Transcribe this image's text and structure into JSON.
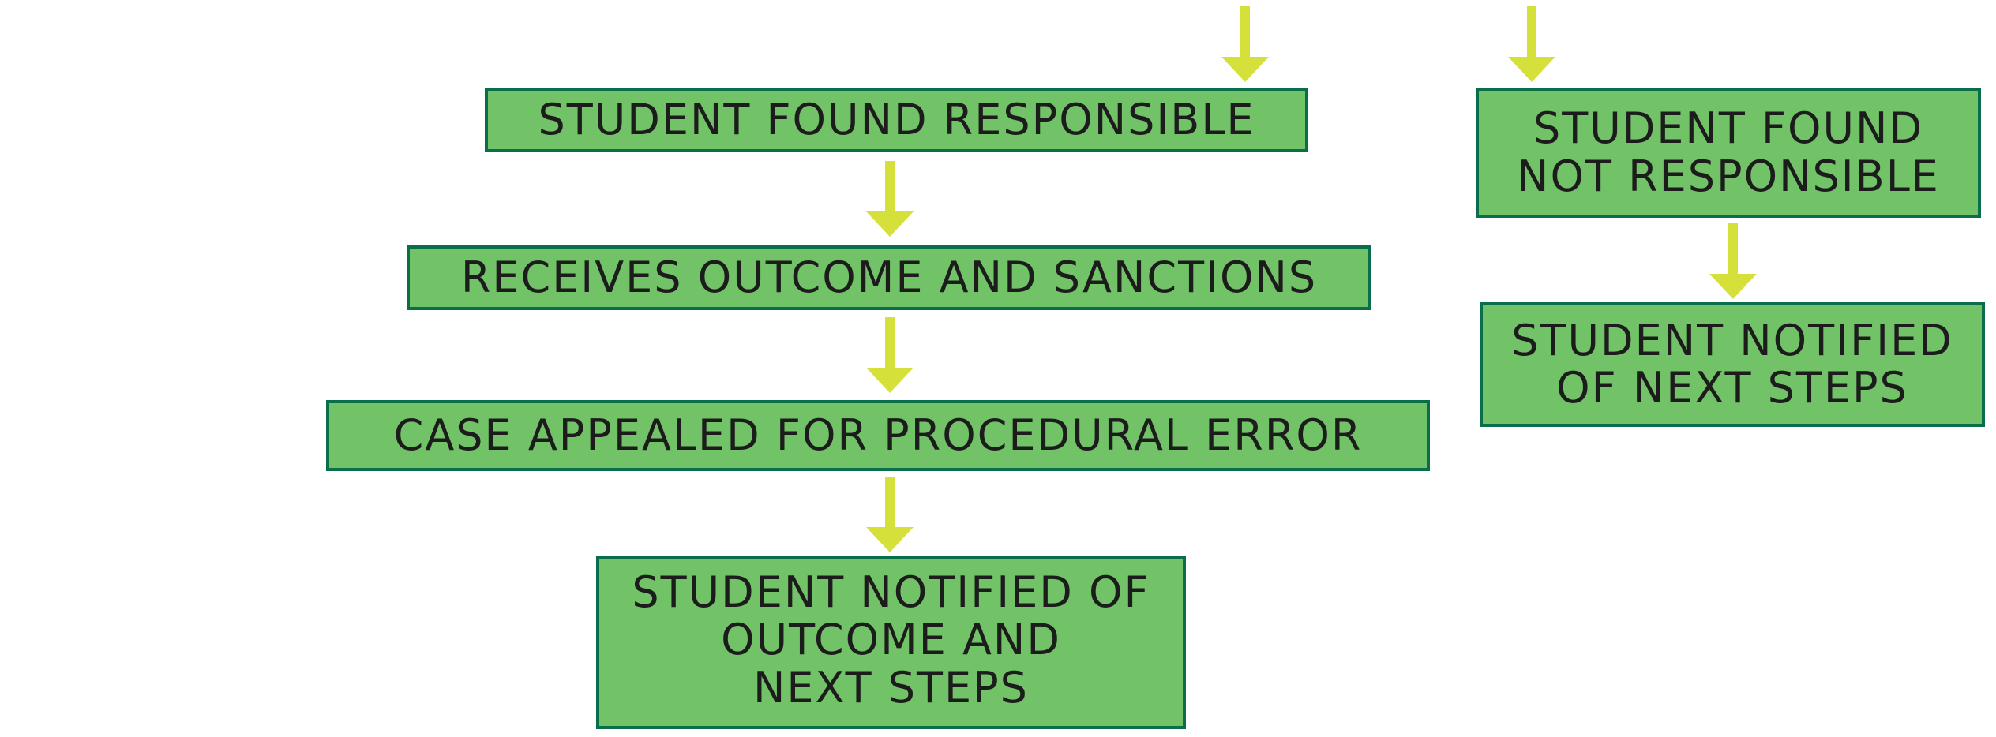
{
  "colors": {
    "box_fill": "#72c267",
    "box_border": "#0b6e4a",
    "arrow": "#d6e03a",
    "text": "#1c1c1c"
  },
  "boxes": {
    "found_responsible": {
      "lines": [
        "STUDENT FOUND RESPONSIBLE"
      ]
    },
    "receives_outcome": {
      "lines": [
        "RECEIVES OUTCOME AND SANCTIONS"
      ]
    },
    "case_appealed": {
      "lines": [
        "CASE APPEALED FOR PROCEDURAL ERROR"
      ]
    },
    "notified_outcome": {
      "lines": [
        "STUDENT NOTIFIED OF",
        "OUTCOME AND",
        "NEXT STEPS"
      ]
    },
    "found_not_responsible": {
      "lines": [
        "STUDENT FOUND",
        "NOT RESPONSIBLE"
      ]
    },
    "notified_next_steps": {
      "lines": [
        "STUDENT NOTIFIED",
        "OF NEXT STEPS"
      ]
    }
  }
}
